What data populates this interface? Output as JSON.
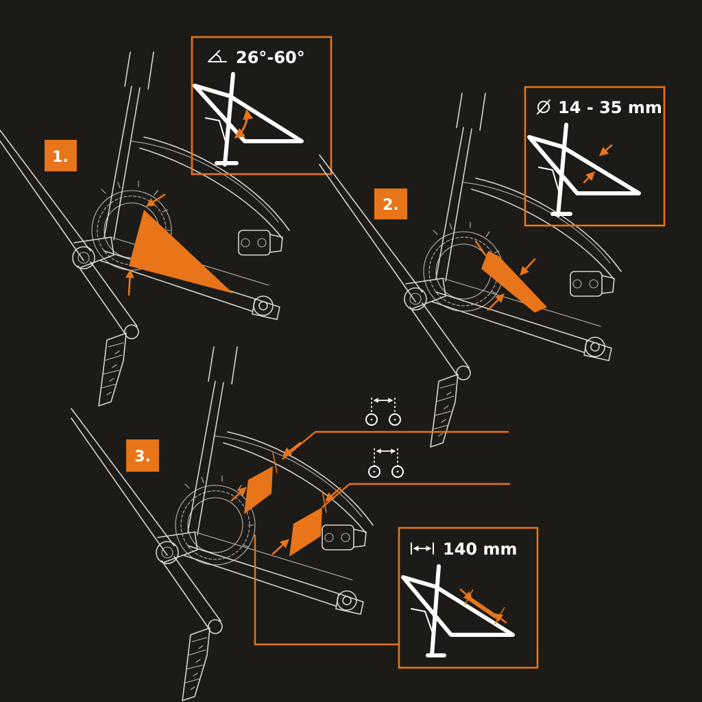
{
  "colors": {
    "background": "#1c1b18",
    "accent": "#e8751a",
    "line": "#d9d6cf",
    "white": "#ffffff"
  },
  "steps": [
    {
      "number": "1.",
      "spec_icon": "angle-icon",
      "spec_text": "26°-60°"
    },
    {
      "number": "2.",
      "spec_icon": "diameter-icon",
      "spec_text": "14 - 35 mm"
    },
    {
      "number": "3.",
      "spec_icon": "length-icon",
      "spec_text": "140 mm"
    }
  ],
  "icons": [
    "angle-icon",
    "diameter-icon",
    "length-icon",
    "spacing-icon",
    "arrow-icon"
  ]
}
